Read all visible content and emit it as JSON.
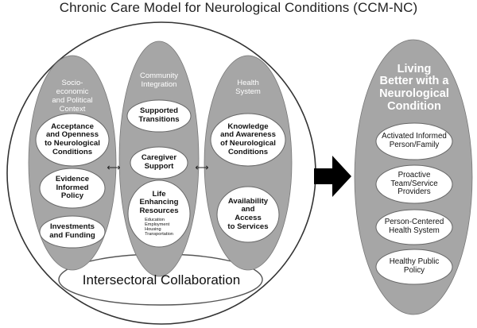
{
  "title": "Chronic Care Model for Neurological Conditions (CCM-NC)",
  "columns": [
    {
      "heading": "Socio-\neconomic\nand Political\nContext",
      "items": [
        "Acceptance\nand Openness\nto Neurological\nConditions",
        "Evidence\nInformed\nPolicy",
        "Investments\nand Funding"
      ]
    },
    {
      "heading": "Community\nIntegration",
      "items": [
        "Supported\nTransitions",
        "Caregiver\nSupport",
        "Life\nEnhancing\nResources"
      ],
      "resources_sub": "Education\nEmployment\nHousing\nTransportation"
    },
    {
      "heading": "Health\nSystem",
      "items": [
        "Knowledge\nand Awareness\nof Neurological\nConditions",
        "Availability\nand\nAccess\nto Services"
      ]
    }
  ],
  "connector_symbol": "⟷",
  "collaboration": "Intersectoral Collaboration",
  "outcome": {
    "heading": "Living\nBetter with a\nNeurological\nCondition",
    "items": [
      "Activated Informed\nPerson/Family",
      "Proactive\nTeam/Service\nProviders",
      "Person-Centered\nHealth System",
      "Healthy Public\nPolicy"
    ]
  },
  "colors": {
    "background": "#ffffff",
    "column_fill": "#a6a6a6",
    "inner_fill": "#ffffff",
    "outline": "#333333",
    "arrow": "#000000"
  }
}
